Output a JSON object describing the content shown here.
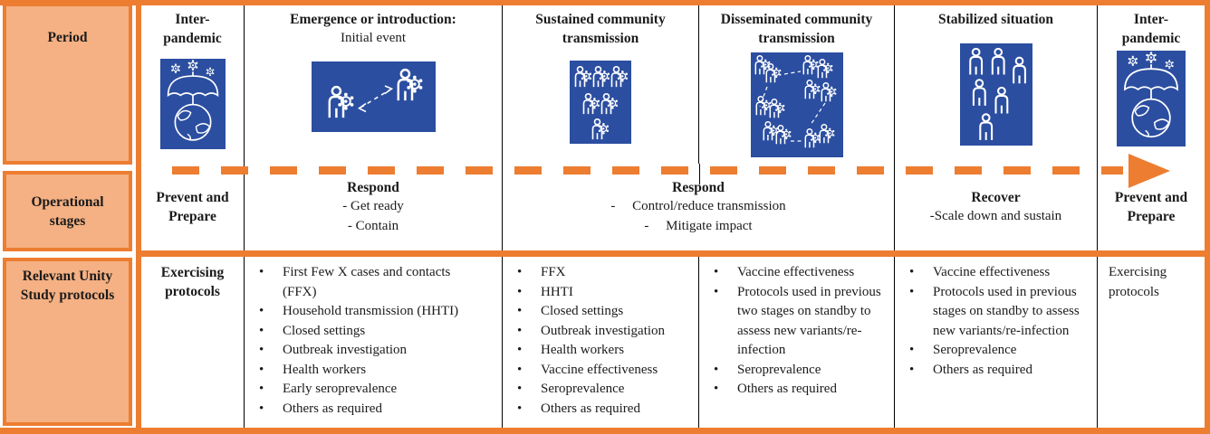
{
  "colors": {
    "accent_orange": "#ED7D31",
    "label_cell_fill": "#F5B183",
    "icon_blue": "#2B4EA0"
  },
  "left_labels": {
    "period": "Period",
    "stages": "Operational stages",
    "protocols": "Relevant Unity Study protocols"
  },
  "periods": [
    {
      "title": "Inter-pandemic",
      "icon": "umbrella-globe-icon"
    },
    {
      "title": "Emergence or introduction:",
      "subtitle": "Initial event",
      "icon": "person-to-person-transmission-icon"
    },
    {
      "title": "Sustained community transmission",
      "icon": "infected-group-icon"
    },
    {
      "title": "Disseminated community transmission",
      "icon": "infected-clusters-network-icon"
    },
    {
      "title": "Stabilized situation",
      "icon": "recovered-group-icon"
    },
    {
      "title": "Inter-pandemic",
      "icon": "umbrella-globe-icon"
    }
  ],
  "stages": [
    {
      "head": "Prevent and Prepare",
      "items": []
    },
    {
      "head": "Respond",
      "items": [
        "- Get ready",
        "- Contain"
      ]
    },
    {
      "head": "Respond",
      "items": [
        "-     Control/reduce transmission",
        "-     Mitigate impact"
      ]
    },
    {
      "head": "Recover",
      "items": [
        "-Scale down and sustain"
      ]
    },
    {
      "head": "Prevent and Prepare",
      "items": []
    }
  ],
  "protocol_row": {
    "start": "Exercising protocols",
    "lists": {
      "emergence": [
        "First Few X cases and contacts (FFX)",
        "Household transmission (HHTI)",
        "Closed settings",
        "Outbreak investigation",
        "Health workers",
        "Early seroprevalence",
        "Others as required"
      ],
      "sustained": [
        "FFX",
        "HHTI",
        "Closed settings",
        "Outbreak investigation",
        "Health workers",
        "Vaccine effectiveness",
        "Seroprevalence",
        "Others as required"
      ],
      "disseminated": [
        "Vaccine effectiveness",
        "Protocols used in previous two stages on standby to assess new variants/re-infection",
        "Seroprevalence",
        "Others as required"
      ],
      "stabilized": [
        "Vaccine effectiveness",
        "Protocols used in previous stages on standby to assess new variants/re-infection",
        "Seroprevalence",
        "Others as required"
      ]
    },
    "end": "Exercising protocols"
  }
}
